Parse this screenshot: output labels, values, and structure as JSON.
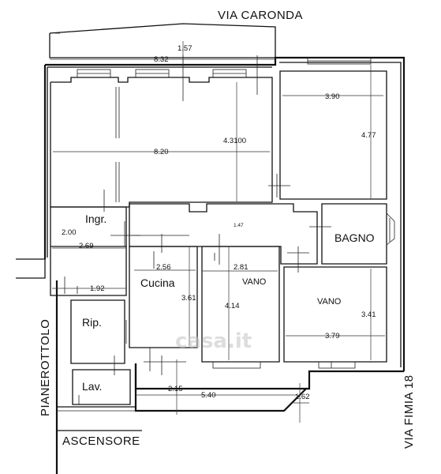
{
  "streets": {
    "north": "VIA CARONDA",
    "east": "VIA FIMIA 18"
  },
  "labels": {
    "landing": "PIANEROTTOLO",
    "elevator": "ASCENSORE"
  },
  "rooms": {
    "entrance": "Ingr.",
    "bathroom": "BAGNO",
    "kitchen": "Cucina",
    "room_center": "VANO",
    "room_right": "VANO",
    "storage": "Rip.",
    "laundry": "Lav."
  },
  "dimensions": {
    "d_157": "1.57",
    "d_832": "8.32",
    "d_390": "3.90",
    "d_477": "4.77",
    "d_820": "8.20",
    "d_43100": "4.3100",
    "d_200": "2.00",
    "d_269": "2.69",
    "d_147": "1.47",
    "d_256": "2.56",
    "d_281": "2.81",
    "d_192": "1.92",
    "d_361": "3.61",
    "d_414": "4.14",
    "d_341": "3.41",
    "d_379": "3.79",
    "d_215": "2.15",
    "d_540": "5.40",
    "d_162": "1.62"
  },
  "watermark": "casa.it"
}
